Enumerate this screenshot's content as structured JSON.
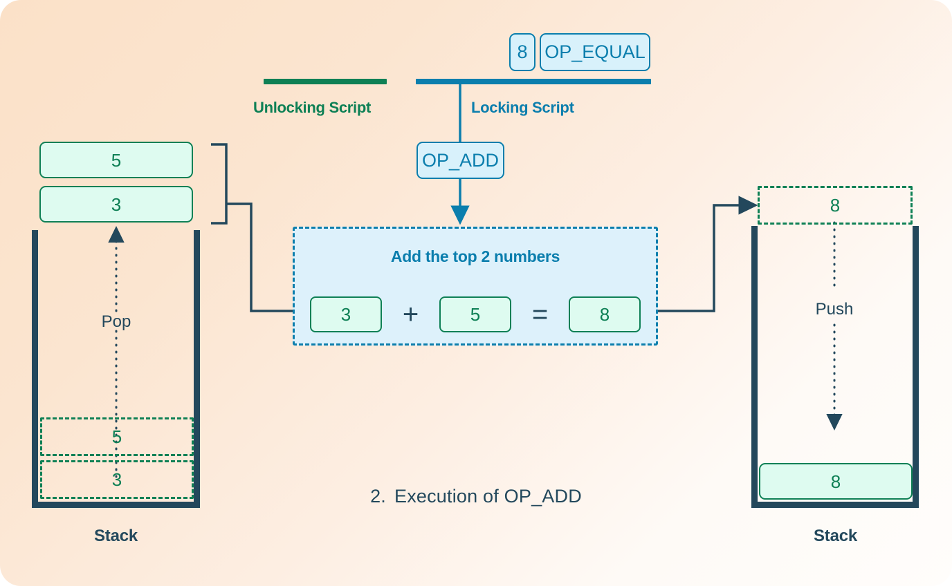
{
  "caption": {
    "number": "2.",
    "text": "Execution of OP_ADD"
  },
  "scripts": {
    "unlocking": {
      "label": "Unlocking Script",
      "color": "#0e8055"
    },
    "locking": {
      "label": "Locking Script",
      "color": "#0b7ead"
    }
  },
  "locking_script_chips": [
    {
      "name": "value-8",
      "label": "8"
    },
    {
      "name": "op-equal",
      "label": "OP_EQUAL"
    }
  ],
  "current_opcode": {
    "label": "OP_ADD"
  },
  "operation": {
    "title": "Add the top 2 numbers",
    "operand_a": "3",
    "plus_sign": "+",
    "operand_b": "5",
    "equals_sign": "=",
    "result": "8"
  },
  "left_stack": {
    "label": "Stack",
    "popped_items": [
      "5",
      "3"
    ],
    "ghost_items": [
      "5",
      "3"
    ],
    "flow_label": "Pop"
  },
  "right_stack": {
    "label": "Stack",
    "incoming_item": "8",
    "pushed_item": "8",
    "flow_label": "Push"
  },
  "colors": {
    "green": "#0e8055",
    "blue": "#0b7ead",
    "navy": "#23485c",
    "mint_fill": "#defbf0",
    "blue_fill": "#ddf1fb",
    "background_start": "#fbe1c8",
    "background_end": "#fffdfb"
  }
}
